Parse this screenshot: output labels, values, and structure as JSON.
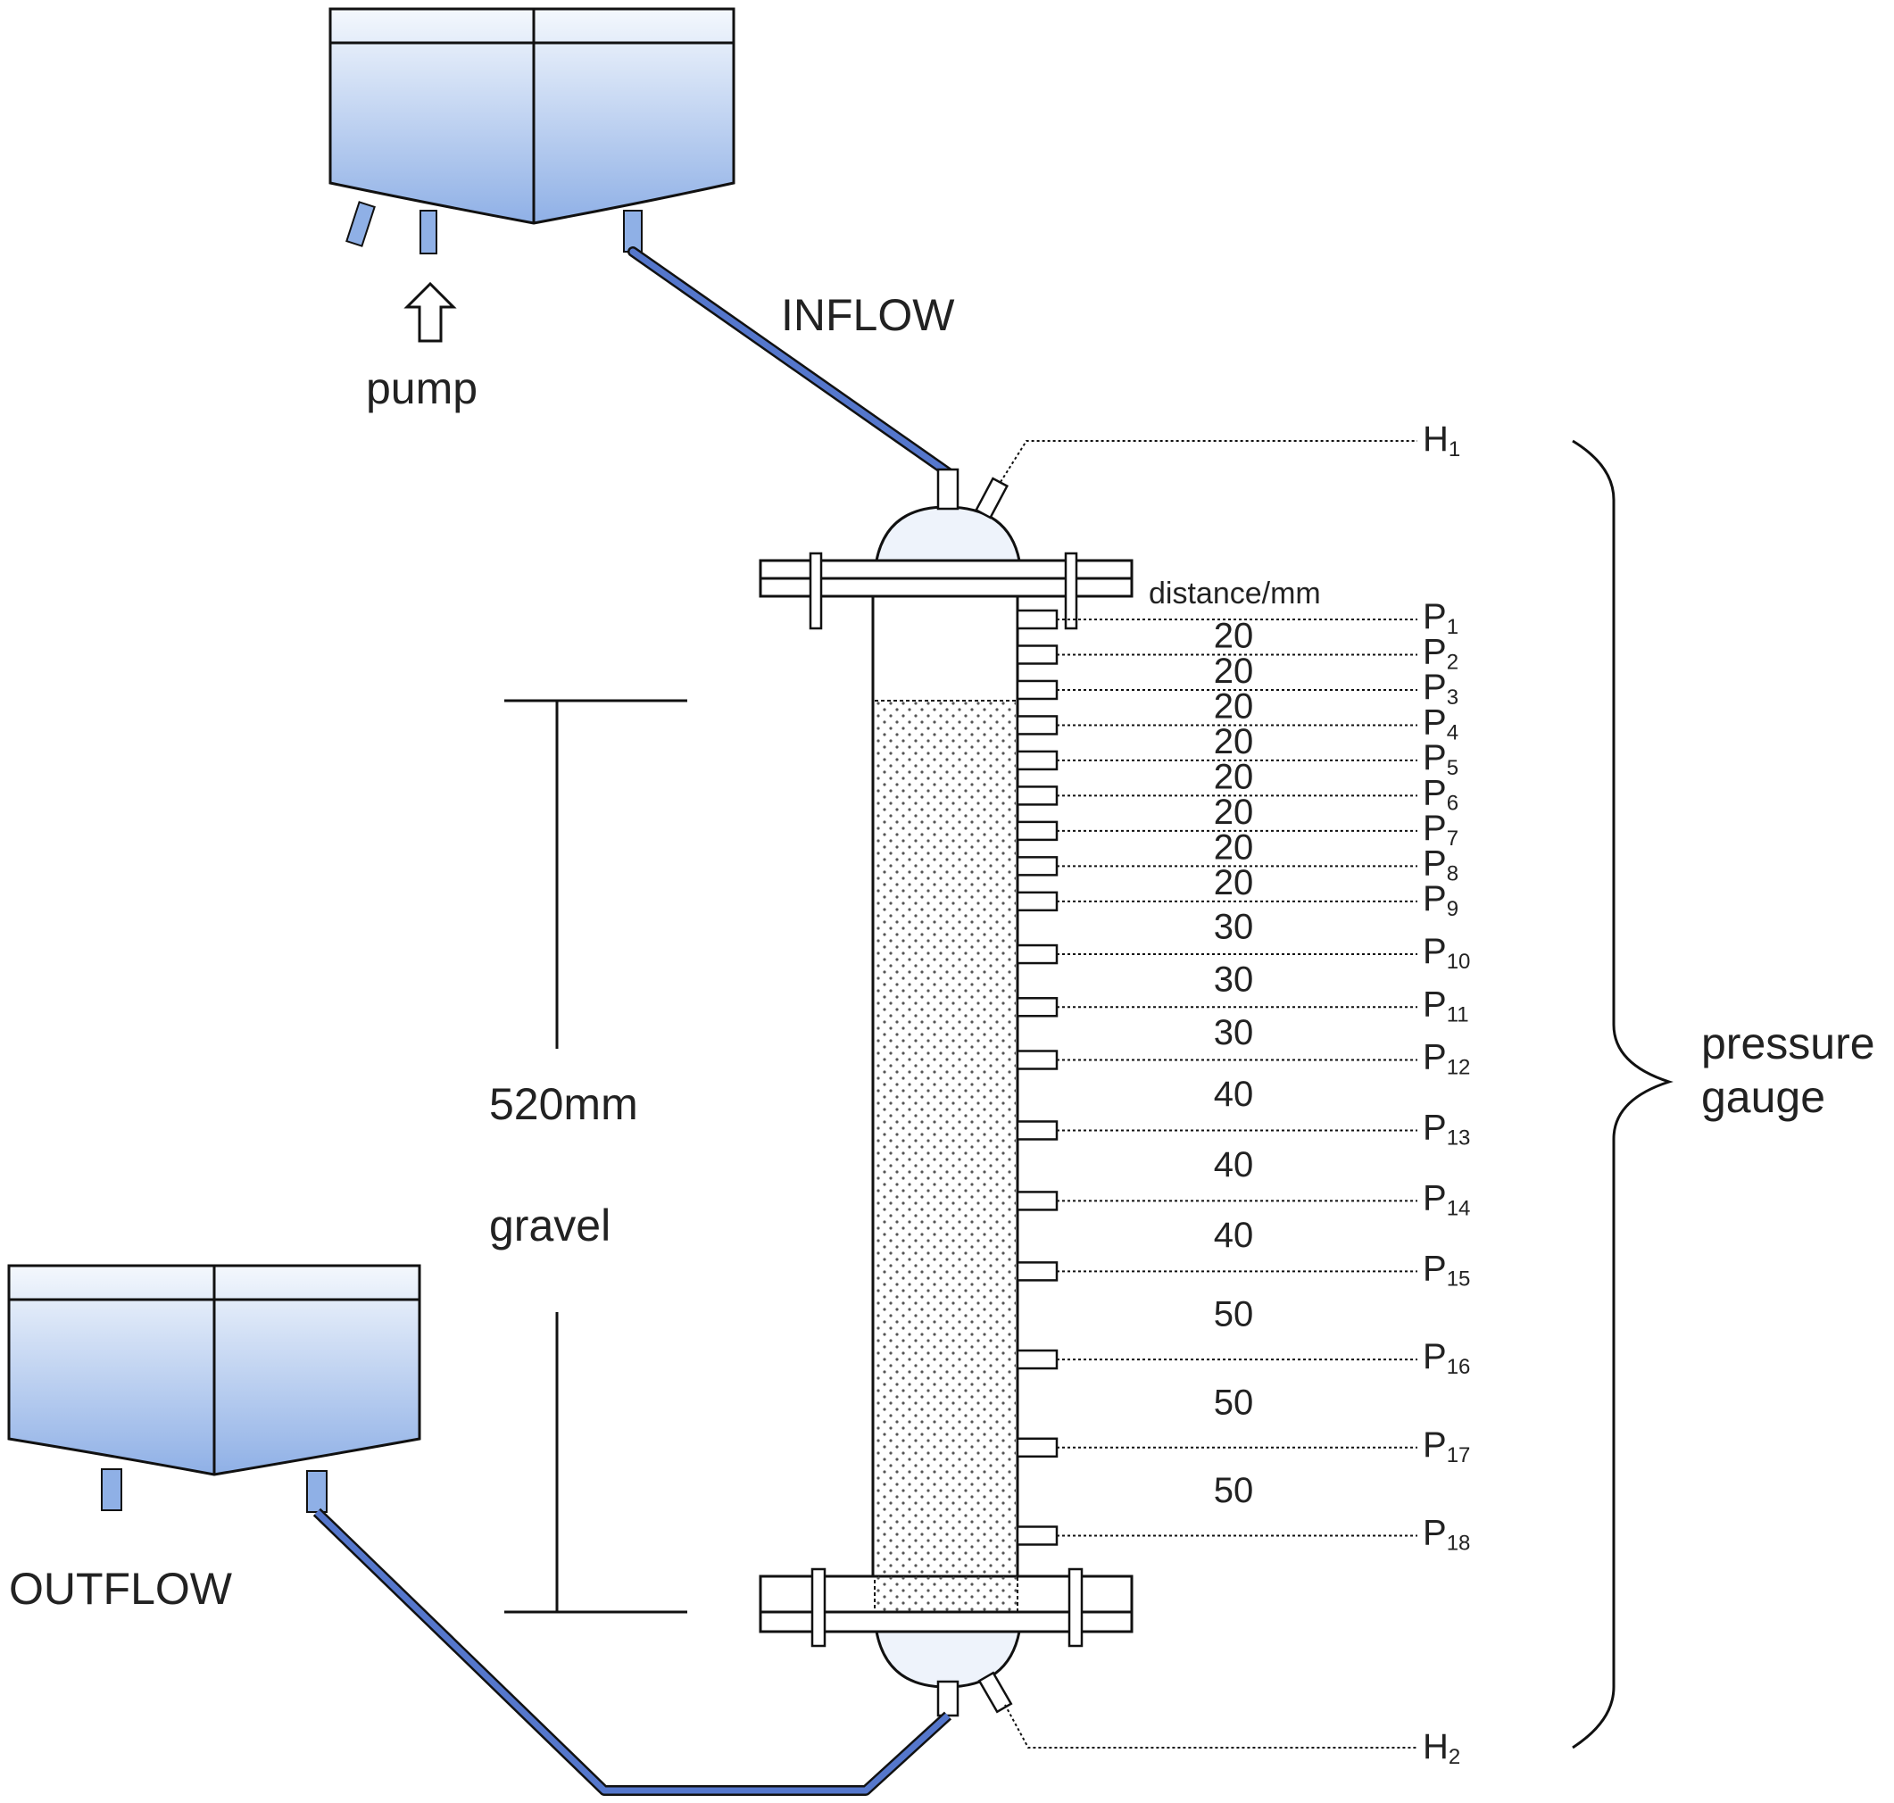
{
  "labels": {
    "pump": "pump",
    "inflow": "INFLOW",
    "outflow": "OUTFLOW",
    "length": "520mm",
    "material": "gravel",
    "distance_header": "distance/mm",
    "pressure_gauge_line1": "pressure",
    "pressure_gauge_line2": "gauge"
  },
  "heads": [
    {
      "letter": "H",
      "sub": "1"
    },
    {
      "letter": "H",
      "sub": "2"
    }
  ],
  "ports": [
    {
      "sub": "1"
    },
    {
      "sub": "2"
    },
    {
      "sub": "3"
    },
    {
      "sub": "4"
    },
    {
      "sub": "5"
    },
    {
      "sub": "6"
    },
    {
      "sub": "7"
    },
    {
      "sub": "8"
    },
    {
      "sub": "9"
    },
    {
      "sub": "10"
    },
    {
      "sub": "11"
    },
    {
      "sub": "12"
    },
    {
      "sub": "13"
    },
    {
      "sub": "14"
    },
    {
      "sub": "15"
    },
    {
      "sub": "16"
    },
    {
      "sub": "17"
    },
    {
      "sub": "18"
    }
  ],
  "port_letter": "P",
  "distances_mm": [
    20,
    20,
    20,
    20,
    20,
    20,
    20,
    20,
    30,
    30,
    30,
    40,
    40,
    40,
    50,
    50,
    50
  ],
  "colors": {
    "water_top": "#f4f8fd",
    "water_bottom": "#8fb0e6",
    "pipe": "#5577cc",
    "stroke": "#111111"
  }
}
